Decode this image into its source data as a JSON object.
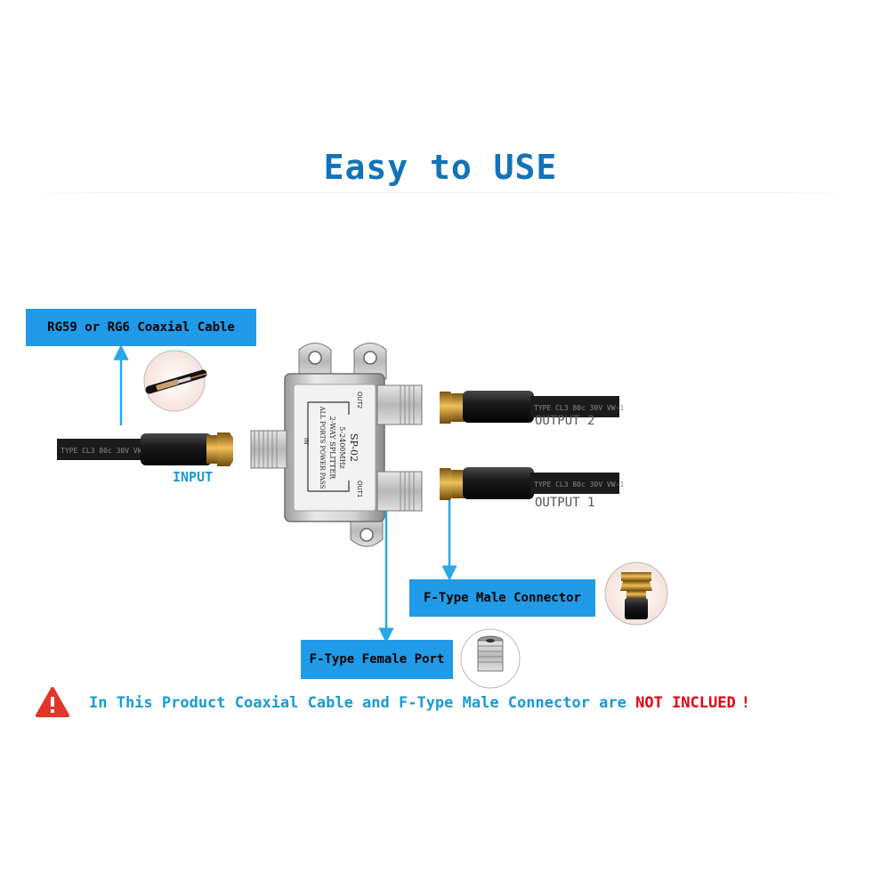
{
  "title": "Easy to USE",
  "labels": {
    "cable_box": "RG59 or RG6 Coaxial Cable",
    "input": "INPUT",
    "output2": "OUTPUT 2",
    "output1": "OUTPUT 1",
    "male_box": "F-Type Male Connector",
    "female_box": "F-Type Female Port"
  },
  "splitter": {
    "model": "SP-02",
    "freq": "5-2400MHz",
    "type": "2-WAY SPLITTER",
    "power": "ALL PORTS POWER PASS",
    "in_mark": "IN",
    "out1_mark": "OUT1",
    "out2_mark": "OUT2"
  },
  "cable_print": "TYPE CL3 80c 30V VW-1",
  "footer": {
    "main": "In This Product Coaxial Cable and F-Type Male Connector are ",
    "highlight": "NOT INCLUED",
    "bang": "!"
  },
  "colors": {
    "title": "#1273b8",
    "box_blue": "#1f9be8",
    "arrow_blue": "#29a7e6",
    "input_label": "#1a9ad6",
    "output_label": "#555555",
    "footer_blue": "#1a9ad6",
    "footer_red": "#e60012",
    "warn_red": "#e2362b",
    "gold": "#c8962e",
    "cable": "#1b1b1b"
  },
  "icons": [
    "warning-icon",
    "coaxial-cable-thumbnail",
    "male-connector-thumbnail",
    "female-port-thumbnail"
  ]
}
